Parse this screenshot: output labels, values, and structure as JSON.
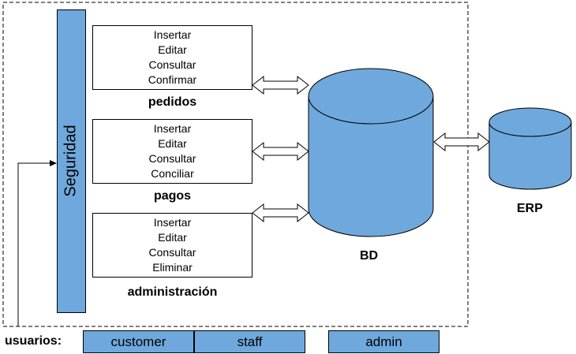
{
  "security": {
    "label": "Seguridad"
  },
  "modules": [
    {
      "title": "pedidos",
      "actions": [
        "Insertar",
        "Editar",
        "Consultar",
        "Confirmar"
      ]
    },
    {
      "title": "pagos",
      "actions": [
        "Insertar",
        "Editar",
        "Consultar",
        "Conciliar"
      ]
    },
    {
      "title": "administración",
      "actions": [
        "Insertar",
        "Editar",
        "Consultar",
        "Eliminar"
      ]
    }
  ],
  "database": {
    "label": "BD"
  },
  "erp": {
    "label": "ERP"
  },
  "users": {
    "label": "usuarios:",
    "roles": [
      "customer",
      "staff",
      "admin"
    ]
  },
  "colors": {
    "fill": "#6fa8dc",
    "stroke": "#000000",
    "background": "#ffffff"
  }
}
